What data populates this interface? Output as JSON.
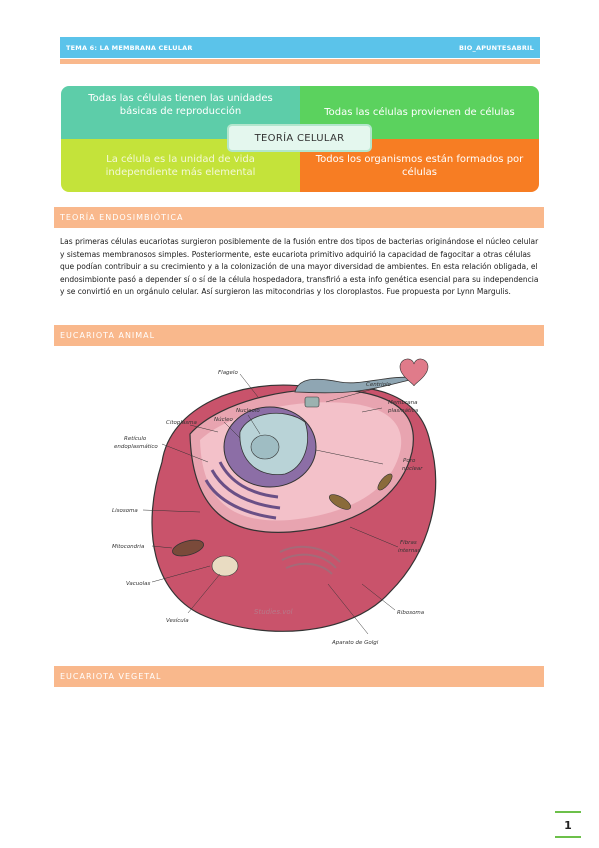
{
  "header": {
    "topic": "TEMA 6: LA MEMBRANA CELULAR",
    "brand": "BIO_APUNTESABRIL"
  },
  "cell_theory": {
    "title": "TEORÍA CELULAR",
    "items": [
      "Todas las células tienen las unidades básicas de reproducción",
      "Todas las células provienen de células",
      "La célula es la unidad de vida independiente más elemental",
      "Todos los organismos están formados por células"
    ]
  },
  "sections": {
    "endosymbiotic": "TEORÍA ENDOSIMBIÓTICA",
    "animal": "EUCARIOTA ANIMAL",
    "plant": "EUCARIOTA VEGETAL"
  },
  "endosymbiotic_text": "Las primeras células eucariotas surgieron posiblemente de la fusión entre dos tipos de bacterias originándose el núcleo celular y sistemas membranosos simples. Posteriormente, este eucariota primitivo adquirió la capacidad de fagocitar a otras células que podían contribuir a su crecimiento y a la colonización de una mayor diversidad de ambientes. En esta relación obligada, el endosimbionte pasó a depender sí o sí de la célula hospedadora, transfirió a esta info genética esencial para su independencia y se convirtió en un orgánulo celular. Así surgieron las mitocondrias y los cloroplastos. Fue propuesta por Lynn Margulis.",
  "diagram_labels": {
    "flagelo": "Flagelo",
    "centriolo": "Centriolo",
    "membrana": "Membrana",
    "plasmatica": "plasmática",
    "citoplasma": "Citoplasma",
    "nucleolo": "Nucleolo",
    "nucleo": "Núcleo",
    "reticulo1": "Retículo",
    "reticulo2": "endoplasmático",
    "poro1": "Poro",
    "poro2": "nuclear",
    "lisosoma": "Lisosoma",
    "mitocondria": "Mitocondria",
    "fibras1": "Fibras",
    "fibras2": "internas",
    "vacuolas": "Vacuolas",
    "vesicula": "Vesícula",
    "ribosoma": "Ribosoma",
    "golgi": "Aparato de Golgi",
    "watermark": "Studies.vol"
  },
  "page_number": "1"
}
